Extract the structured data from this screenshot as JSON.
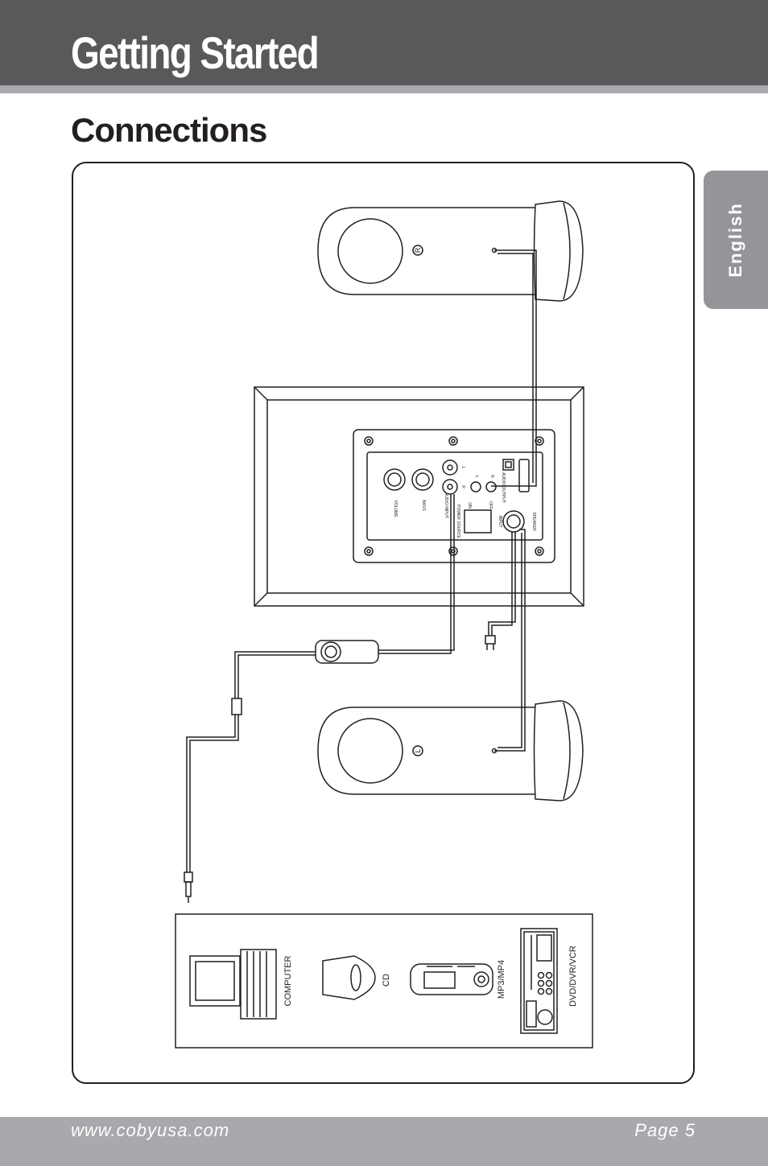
{
  "header": {
    "title": "Getting Started"
  },
  "section": {
    "title": "Connections"
  },
  "language_tab": {
    "label": "English"
  },
  "diagram": {
    "speaker_right_label": "R",
    "speaker_left_label": "L",
    "panel": {
      "volume_label": "VOLUME",
      "bass_label": "BASS",
      "audio_input_label": "AUDIO INPUT",
      "input_l_label": "L",
      "input_r_label": "R",
      "power_switch_label": "POWER SOURCE",
      "on_label": "ON",
      "off_label": "OFF",
      "audio_output_label": "AUDIO OUTPUT",
      "out_l_label": "L",
      "out_r_label": "R",
      "input_label": "INPUT",
      "speaker_label": "SPEAKER"
    },
    "sources": {
      "computer_label": "COMPUTER",
      "cd_label": "CD",
      "mp3_label": "MP3/MP4",
      "dvd_label": "DVD/DVR/VCR"
    }
  },
  "footer": {
    "url": "www.cobyusa.com",
    "page": "Page 5"
  }
}
